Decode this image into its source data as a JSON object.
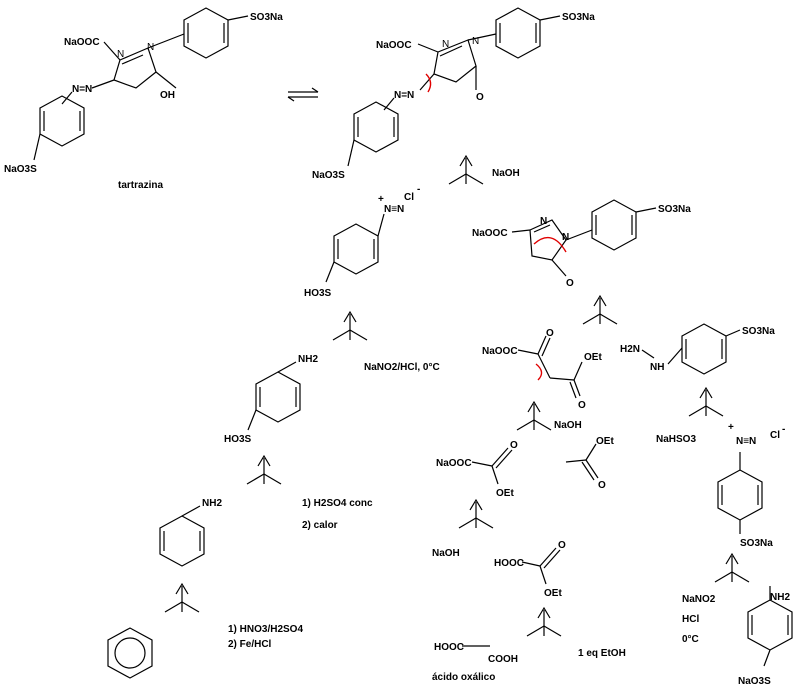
{
  "top": {
    "tartrazine_name": "tartrazina",
    "enol_labels": {
      "carboxylate": "NaOOC",
      "hydroxyl": "OH",
      "aryl_sulfonate": "SO3Na",
      "bottom_sulfonate": "NaO3S",
      "azo": "N=N",
      "n1": "N",
      "n2": "N"
    },
    "keto_labels": {
      "carboxylate": "NaOOC",
      "carbonyl_o": "O",
      "aryl_sulfonate": "SO3Na",
      "bottom_sulfonate": "NaO3S",
      "azo": "N=N",
      "n1": "N",
      "n2": "N"
    }
  },
  "left_route": {
    "step1_reagents": [
      "1) HNO3/H2SO4",
      "2) Fe/HCl"
    ],
    "aniline_label": "NH2",
    "step2_reagents": [
      "1) H2SO4 conc",
      "2) calor"
    ],
    "sulfanilic_labels": {
      "amine": "NH2",
      "acid": "HO3S"
    },
    "step3_reagents": [
      "NaNO2/HCl, 0°C"
    ],
    "diazonium_labels": {
      "cation": "N≡N",
      "charge": "+",
      "anion": "Cl",
      "anion_charge": "-",
      "acid": "HO3S"
    },
    "step4_reagents": [
      "NaOH"
    ]
  },
  "middle_route": {
    "oxalic_name": "ácido oxálico",
    "oxalic_labels": {
      "a": "HOOC",
      "b": "COOH"
    },
    "step1_reagents": [
      "1 eq EtOH"
    ],
    "monoester_labels": {
      "acid": "HOOC",
      "ester": "OEt",
      "o": "O"
    },
    "step2_reagents": [
      "NaOH"
    ],
    "sodium_ester_labels": {
      "salt": "NaOOC",
      "ester": "OEt",
      "o": "O"
    },
    "ethyl_acetate_labels": {
      "ester": "OEt",
      "o": "O"
    },
    "step3_reagents": [
      "NaOH"
    ],
    "ketoester_labels": {
      "salt": "NaOOC",
      "ester": "OEt",
      "o1": "O",
      "o2": "O"
    },
    "pyrazolone_labels": {
      "salt": "NaOOC",
      "sulfonate": "SO3Na",
      "o": "O",
      "n1": "N",
      "n2": "N"
    }
  },
  "right_route": {
    "aniline_label": "NH2",
    "sulfonate": "NaO3S",
    "step1_reagents": [
      "NaNO2",
      "HCl",
      "0°C"
    ],
    "diazonium_labels": {
      "cation": "N≡N",
      "charge": "+",
      "anion": "Cl",
      "anion_charge": "-",
      "sulfonate": "SO3Na"
    },
    "step2_reagents": [
      "NaHSO3"
    ],
    "hydrazine_labels": {
      "h2n": "H2N",
      "nh": "NH",
      "sulfonate": "SO3Na"
    }
  }
}
